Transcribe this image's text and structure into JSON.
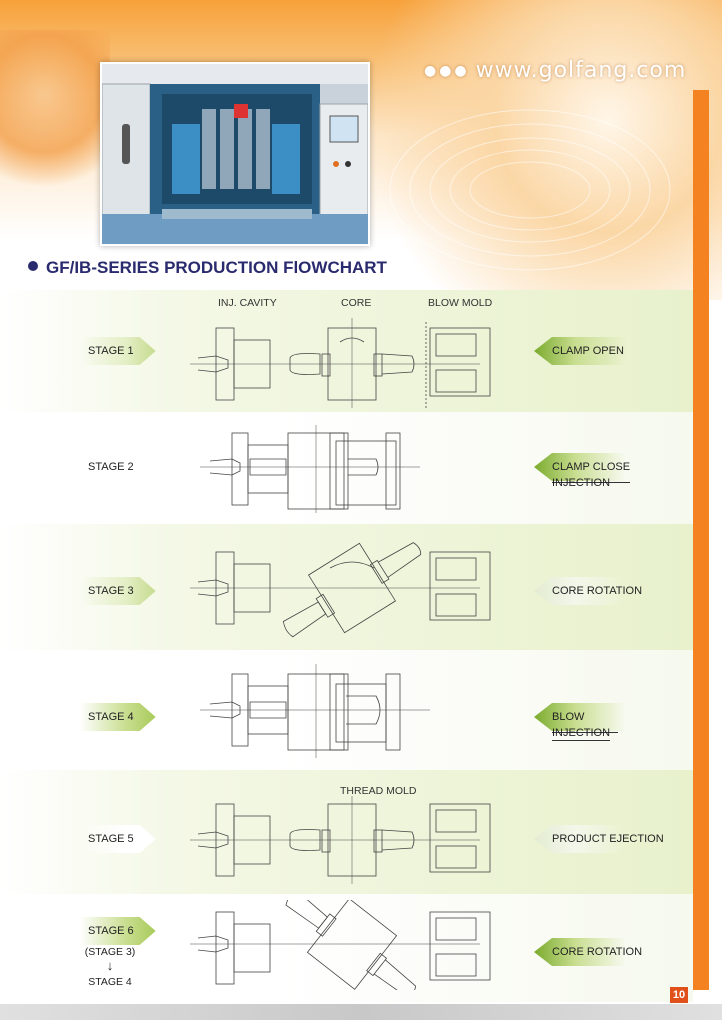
{
  "header": {
    "url": "www.golfang.com",
    "url_dots": "●●●"
  },
  "page": {
    "title": "GF/IB-SERIES PRODUCTION FlOWCHART",
    "page_number": "10"
  },
  "columns": {
    "inj_cavity": "INJ. CAVITY",
    "core": "CORE",
    "blow_mold": "BLOW MOLD",
    "thread_mold": "THREAD MOLD"
  },
  "stages": [
    {
      "label": "STAGE 1",
      "action": "CLAMP OPEN",
      "action2": ""
    },
    {
      "label": "STAGE 2",
      "action": "CLAMP CLOSE",
      "action2": "INJECTION"
    },
    {
      "label": "STAGE 3",
      "action": "CORE ROTATION",
      "action2": ""
    },
    {
      "label": "STAGE 4",
      "action": "BLOW",
      "action2": "INJECTION"
    },
    {
      "label": "STAGE 5",
      "action": "PRODUCT EJECTION",
      "action2": ""
    },
    {
      "label": "STAGE 6",
      "action": "CORE ROTATION",
      "action2": ""
    }
  ],
  "stage6_extra": {
    "line1": "(STAGE 3)",
    "arrow": "↓",
    "line2": "STAGE 4"
  },
  "colors": {
    "accent_orange": "#f58220",
    "title_navy": "#2a2a6e",
    "band_green": "#e8f1cc",
    "arrow_green": "#7bab2e"
  }
}
